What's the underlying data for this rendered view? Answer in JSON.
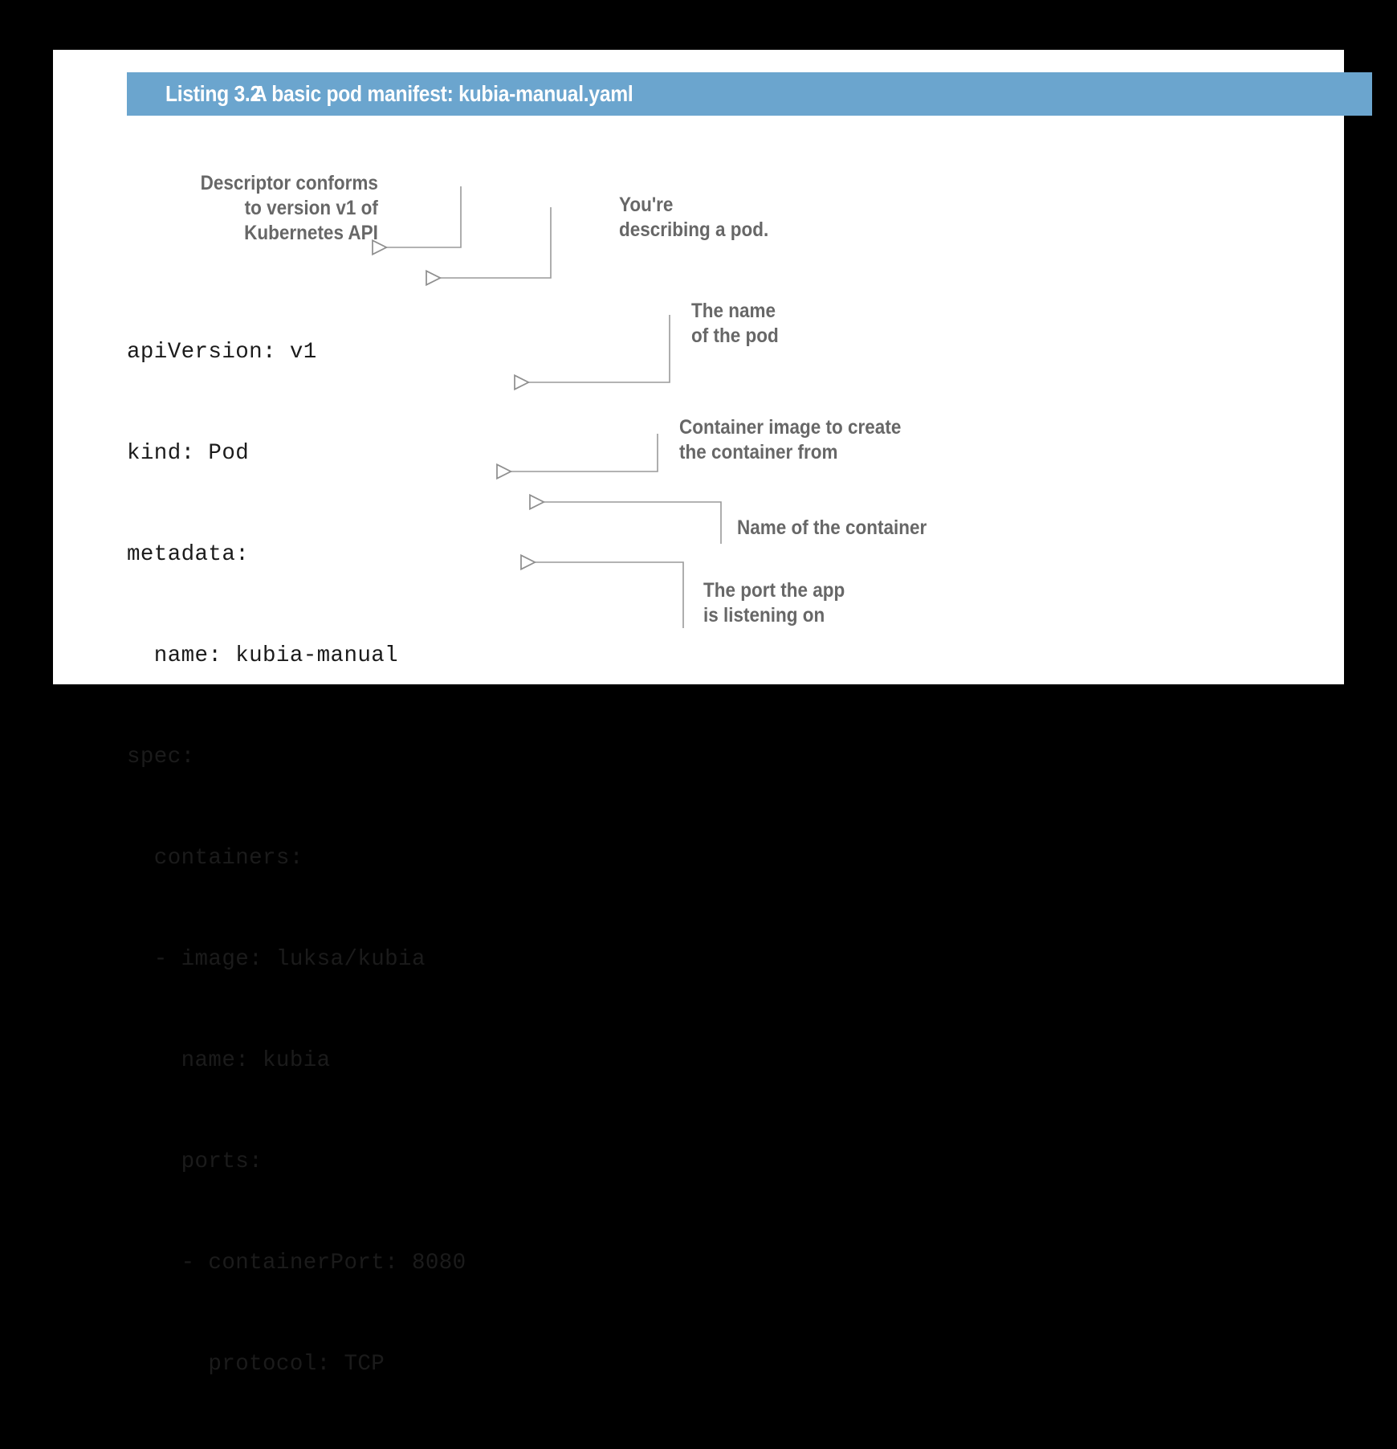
{
  "figure": {
    "header": {
      "label": "Listing 3.2",
      "title": "A basic pod manifest: kubia-manual.yaml",
      "band_color": "#6ba5ce",
      "text_color": "#ffffff"
    },
    "code": {
      "language": "yaml",
      "lines": [
        "apiVersion: v1",
        "kind: Pod",
        "metadata:",
        "  name: kubia-manual",
        "spec:",
        "  containers:",
        "  - image: luksa/kubia",
        "    name: kubia",
        "    ports:",
        "    - containerPort: 8080",
        "      protocol: TCP"
      ],
      "text_color": "#1b1b1b"
    },
    "annotations": [
      {
        "id": "apiversion",
        "lines": [
          "Descriptor conforms",
          "to version v1 of",
          "Kubernetes API"
        ],
        "targets_line": "apiVersion: v1",
        "align": "right"
      },
      {
        "id": "kind",
        "lines": [
          "You're",
          "describing a pod."
        ],
        "targets_line": "kind: Pod",
        "align": "left"
      },
      {
        "id": "name-pod",
        "lines": [
          "The name",
          "of the pod"
        ],
        "targets_line": "  name: kubia-manual",
        "align": "left"
      },
      {
        "id": "image",
        "lines": [
          "Container image to create",
          "the container from"
        ],
        "targets_line": "  - image: luksa/kubia",
        "align": "left"
      },
      {
        "id": "container-name",
        "lines": [
          "Name of the container"
        ],
        "targets_line": "    name: kubia",
        "align": "left"
      },
      {
        "id": "port",
        "lines": [
          "The port the app",
          "is listening on"
        ],
        "targets_line": "    - containerPort: 8080",
        "align": "left"
      }
    ],
    "annotation_color": "#676767",
    "connector_color": "#9a9a9a",
    "panel_color": "#ffffff",
    "background_color": "#000000"
  }
}
